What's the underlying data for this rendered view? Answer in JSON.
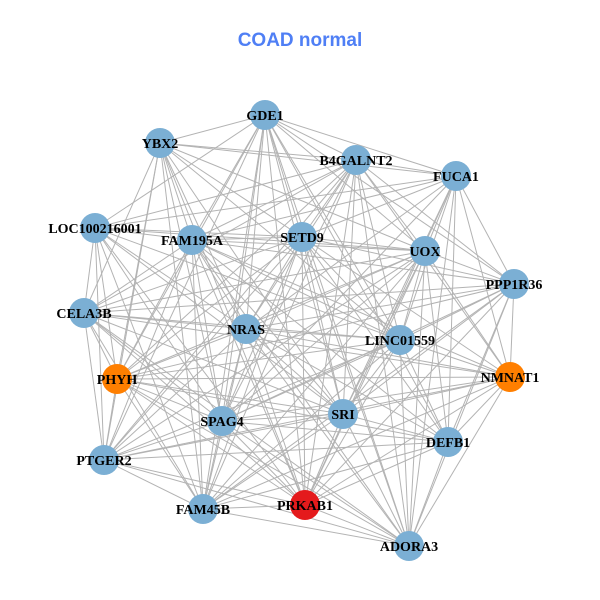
{
  "title": "COAD normal",
  "colors": {
    "default": "#7BAFD4",
    "orange": "#FF7F00",
    "red": "#E41A1C",
    "edge": "#B3B3B3"
  },
  "nodes": [
    {
      "label": "GDE1",
      "color": "default"
    },
    {
      "label": "YBX2",
      "color": "default"
    },
    {
      "label": "B4GALNT2",
      "color": "default"
    },
    {
      "label": "FUCA1",
      "color": "default"
    },
    {
      "label": "LOC100216001",
      "color": "default"
    },
    {
      "label": "FAM195A",
      "color": "default"
    },
    {
      "label": "SETD9",
      "color": "default"
    },
    {
      "label": "UOX",
      "color": "default"
    },
    {
      "label": "PPP1R36",
      "color": "default"
    },
    {
      "label": "CELA3B",
      "color": "default"
    },
    {
      "label": "NRAS",
      "color": "default"
    },
    {
      "label": "LINC01559",
      "color": "default"
    },
    {
      "label": "PHYH",
      "color": "orange"
    },
    {
      "label": "NMNAT1",
      "color": "orange"
    },
    {
      "label": "SPAG4",
      "color": "default"
    },
    {
      "label": "SRI",
      "color": "default"
    },
    {
      "label": "DEFB1",
      "color": "default"
    },
    {
      "label": "PTGER2",
      "color": "default"
    },
    {
      "label": "FAM45B",
      "color": "default"
    },
    {
      "label": "PRKAB1",
      "color": "red"
    },
    {
      "label": "ADORA3",
      "color": "default"
    }
  ],
  "adjacency": [
    [
      1,
      2,
      3,
      4,
      5,
      6,
      7,
      8,
      10,
      11,
      12,
      14,
      15,
      16,
      17,
      18,
      19,
      20
    ],
    [
      2,
      3,
      5,
      6,
      7,
      9,
      10,
      11,
      12,
      14,
      15,
      17,
      18,
      19
    ],
    [
      3,
      4,
      5,
      6,
      7,
      8,
      9,
      10,
      11,
      12,
      13,
      14,
      15,
      17,
      18,
      19,
      20
    ],
    [
      4,
      5,
      6,
      7,
      8,
      10,
      11,
      13,
      14,
      15,
      16,
      19,
      20
    ],
    [
      5,
      6,
      7,
      9,
      10,
      11,
      12,
      14,
      15,
      17,
      18,
      19
    ],
    [
      6,
      7,
      8,
      9,
      10,
      11,
      12,
      13,
      14,
      15,
      16,
      17,
      18,
      19,
      20
    ],
    [
      7,
      8,
      9,
      10,
      11,
      12,
      13,
      14,
      15,
      16,
      17,
      18,
      19,
      20
    ],
    [
      8,
      9,
      10,
      11,
      12,
      13,
      14,
      15,
      16,
      17,
      18,
      19,
      20
    ],
    [
      9,
      10,
      11,
      12,
      13,
      14,
      15,
      16,
      18,
      19,
      20
    ],
    [
      10,
      11,
      12,
      13,
      14,
      15,
      17,
      18,
      19,
      20
    ],
    [
      11,
      12,
      13,
      14,
      15,
      16,
      17,
      18,
      19,
      20
    ],
    [
      12,
      13,
      14,
      15,
      16,
      17,
      18,
      19,
      20
    ],
    [
      13,
      14,
      15,
      16,
      17,
      18,
      19,
      20
    ],
    [
      14,
      15,
      16,
      17,
      18,
      19,
      20
    ],
    [
      15,
      16,
      17,
      18,
      19,
      20
    ],
    [
      16,
      17,
      18,
      19,
      20
    ],
    [
      17,
      18,
      19,
      20
    ],
    [
      18,
      19,
      20
    ],
    [
      19,
      20
    ],
    [
      20
    ],
    []
  ]
}
